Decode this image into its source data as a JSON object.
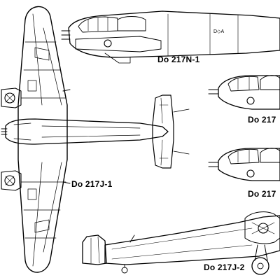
{
  "labels": {
    "top_right_view": "Do 217N-1",
    "mid_right_1": "Do 217",
    "mid_right_2": "Do 217",
    "plan_view": "Do 217J-1",
    "bottom_view": "Do 217J-2"
  },
  "markings": {
    "fuselage_code": "D◇A"
  }
}
